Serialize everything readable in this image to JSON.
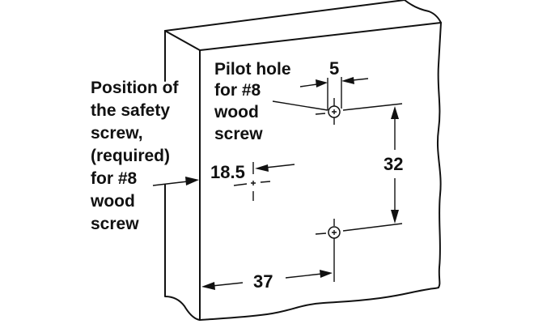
{
  "diagram": {
    "title": "Safety screw and pilot hole positions",
    "labels": {
      "safety_screw": [
        "Position of",
        "the safety",
        "screw,",
        "(required)",
        "for #8",
        "wood",
        "screw"
      ],
      "pilot_hole": [
        "Pilot hole",
        "for #8",
        "wood",
        "screw"
      ]
    },
    "dimensions": {
      "hole_diameter": "5",
      "vertical_spacing": "32",
      "safety_screw_offset": "18.5",
      "edge_offset": "37"
    },
    "colors": {
      "line": "#111111",
      "background": "#ffffff"
    }
  }
}
